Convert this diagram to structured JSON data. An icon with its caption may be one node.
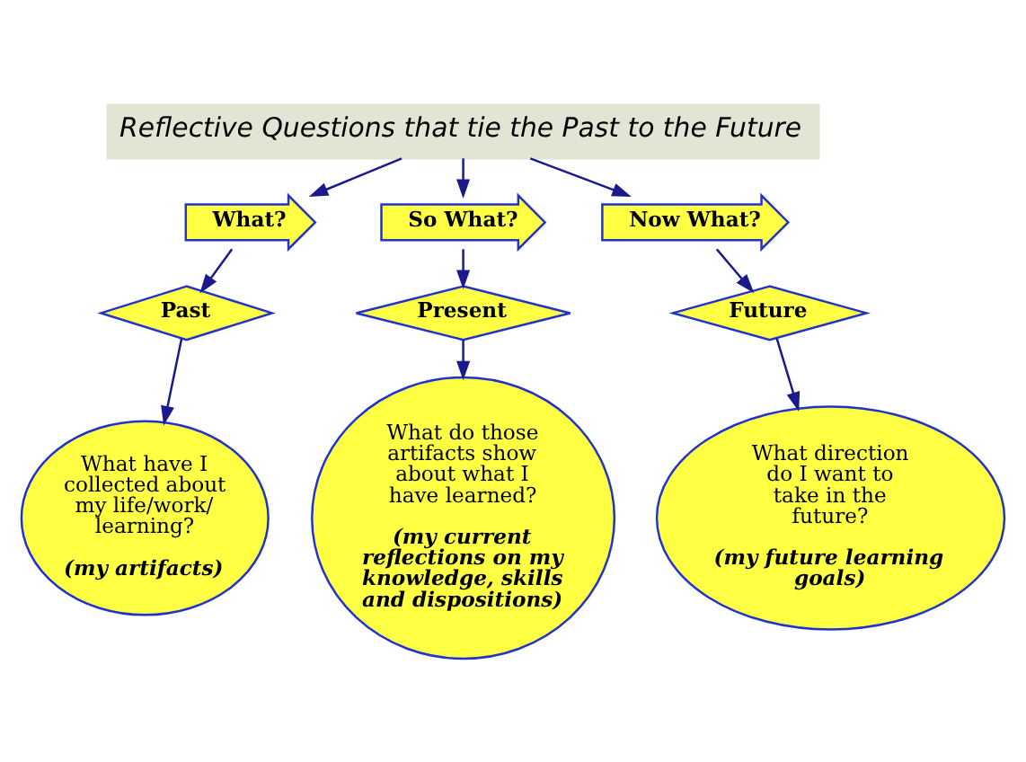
{
  "diagram": {
    "nodes": [
      {
        "text": [
          "Reflective Questions that tie the Past to the Future"
        ]
      },
      {
        "text": [
          "What?"
        ]
      },
      {
        "text": [
          "So What?"
        ]
      },
      {
        "text": [
          "Now What?"
        ]
      },
      {
        "text": [
          "Past"
        ]
      },
      {
        "text": [
          "Present"
        ]
      },
      {
        "text": [
          "Future"
        ]
      },
      {
        "text": [
          "What have I collected about my life/work/ learning?",
          "(my artifacts)"
        ]
      },
      {
        "text": [
          "What do those artifacts show about what I have learned?",
          "(my current reflections on my knowledge, skills and dispositions)"
        ]
      },
      {
        "text": [
          "What direction do I want to take in the future?",
          "(my future learning goals)"
        ]
      }
    ],
    "edges": [
      {
        "from": 0,
        "to": 1,
        "arrow": "to"
      },
      {
        "from": 0,
        "to": 2,
        "arrow": "to"
      },
      {
        "from": 0,
        "to": 3,
        "arrow": "to"
      },
      {
        "from": 1,
        "to": 4,
        "arrow": "to"
      },
      {
        "from": 2,
        "to": 5,
        "arrow": "to"
      },
      {
        "from": 3,
        "to": 6,
        "arrow": "to"
      },
      {
        "from": 4,
        "to": 7,
        "arrow": "to"
      },
      {
        "from": 5,
        "to": 8,
        "arrow": "to"
      },
      {
        "from": 6,
        "to": 9,
        "arrow": "to"
      }
    ]
  }
}
